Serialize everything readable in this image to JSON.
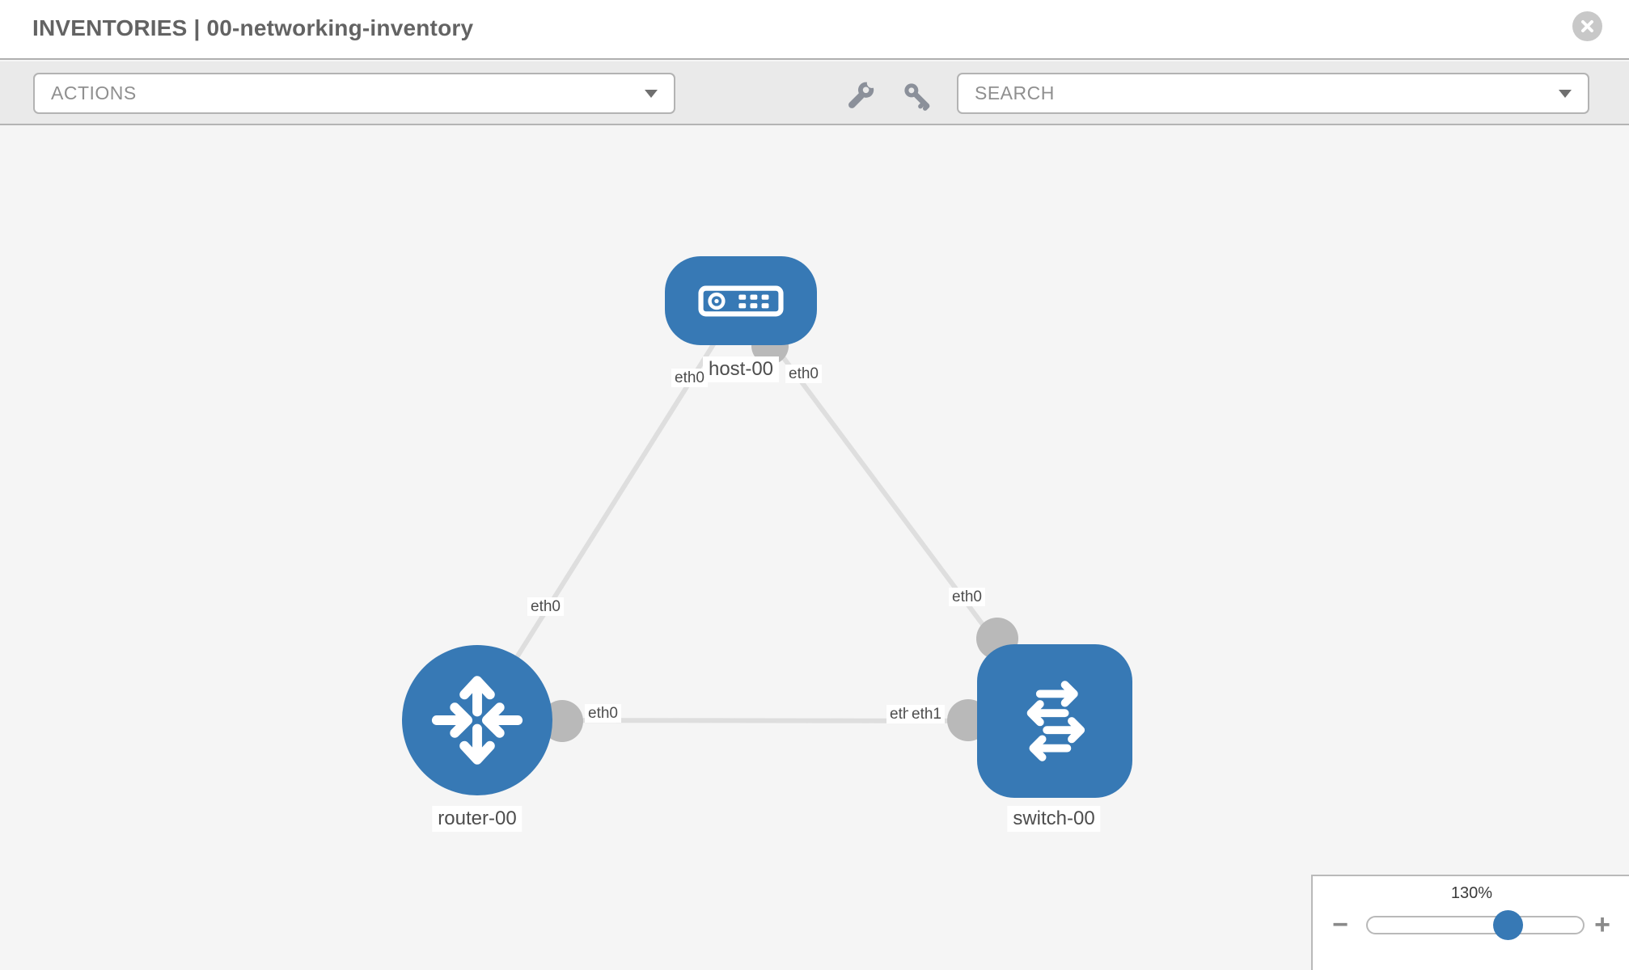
{
  "header": {
    "title": "INVENTORIES | 00-networking-inventory"
  },
  "toolbar": {
    "actions_placeholder": "ACTIONS",
    "search_placeholder": "SEARCH",
    "icons": [
      "wrench-icon",
      "key-icon"
    ]
  },
  "graph": {
    "nodes": [
      {
        "label": "host-00",
        "type": "host"
      },
      {
        "label": "router-00",
        "type": "router"
      },
      {
        "label": "switch-00",
        "type": "switch"
      }
    ],
    "links": [
      {
        "source": "host-00",
        "target": "router-00"
      },
      {
        "source": "host-00",
        "target": "switch-00"
      },
      {
        "source": "router-00",
        "target": "switch-00"
      }
    ],
    "interface_labels": [
      {
        "text": "eth0",
        "location": "host-00-bottom-left"
      },
      {
        "text": "eth0",
        "location": "host-00-bottom-right"
      },
      {
        "text": "eth0",
        "location": "link-host-router-mid"
      },
      {
        "text": "eth0",
        "location": "link-host-switch-mid"
      },
      {
        "text": "eth0",
        "location": "router-00-right"
      },
      {
        "text": "eth0",
        "location": "switch-00-left-back"
      },
      {
        "text": "eth1",
        "location": "switch-00-left-front"
      }
    ]
  },
  "zoom_control": {
    "level": "130%",
    "minus_label": "−",
    "plus_label": "+"
  },
  "colors": {
    "node_blue": "#3779b5",
    "connector_gray": "#b9b9b9",
    "edge_gray": "#dedede",
    "toolbar_gray": "#eaeaea"
  }
}
